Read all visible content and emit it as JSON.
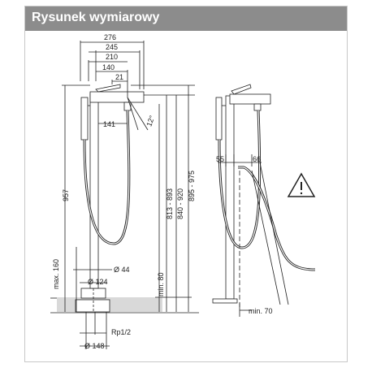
{
  "header": {
    "title": "Rysunek wymiarowy"
  },
  "dimensions": {
    "d276": "276",
    "d245": "245",
    "d210": "210",
    "d140": "140",
    "d21": "21",
    "d141": "141",
    "angle": "12°",
    "d957": "957",
    "d813_893": "813 - 893",
    "d840_920": "840 - 920",
    "d895_975": "895 - 975",
    "dmax160": "max. 160",
    "dmin80": "min. 80",
    "d44": "Ø 44",
    "d124": "Ø 124",
    "drp": "Rp1/2",
    "d148": "Ø 148",
    "d55": "55",
    "d66": "66",
    "dmin70": "min. 70"
  },
  "colors": {
    "header_bg": "#8c8c8c",
    "line": "#222222",
    "floor": "#d9d9d9"
  },
  "icons": {
    "warning": "warning-triangle-icon"
  }
}
